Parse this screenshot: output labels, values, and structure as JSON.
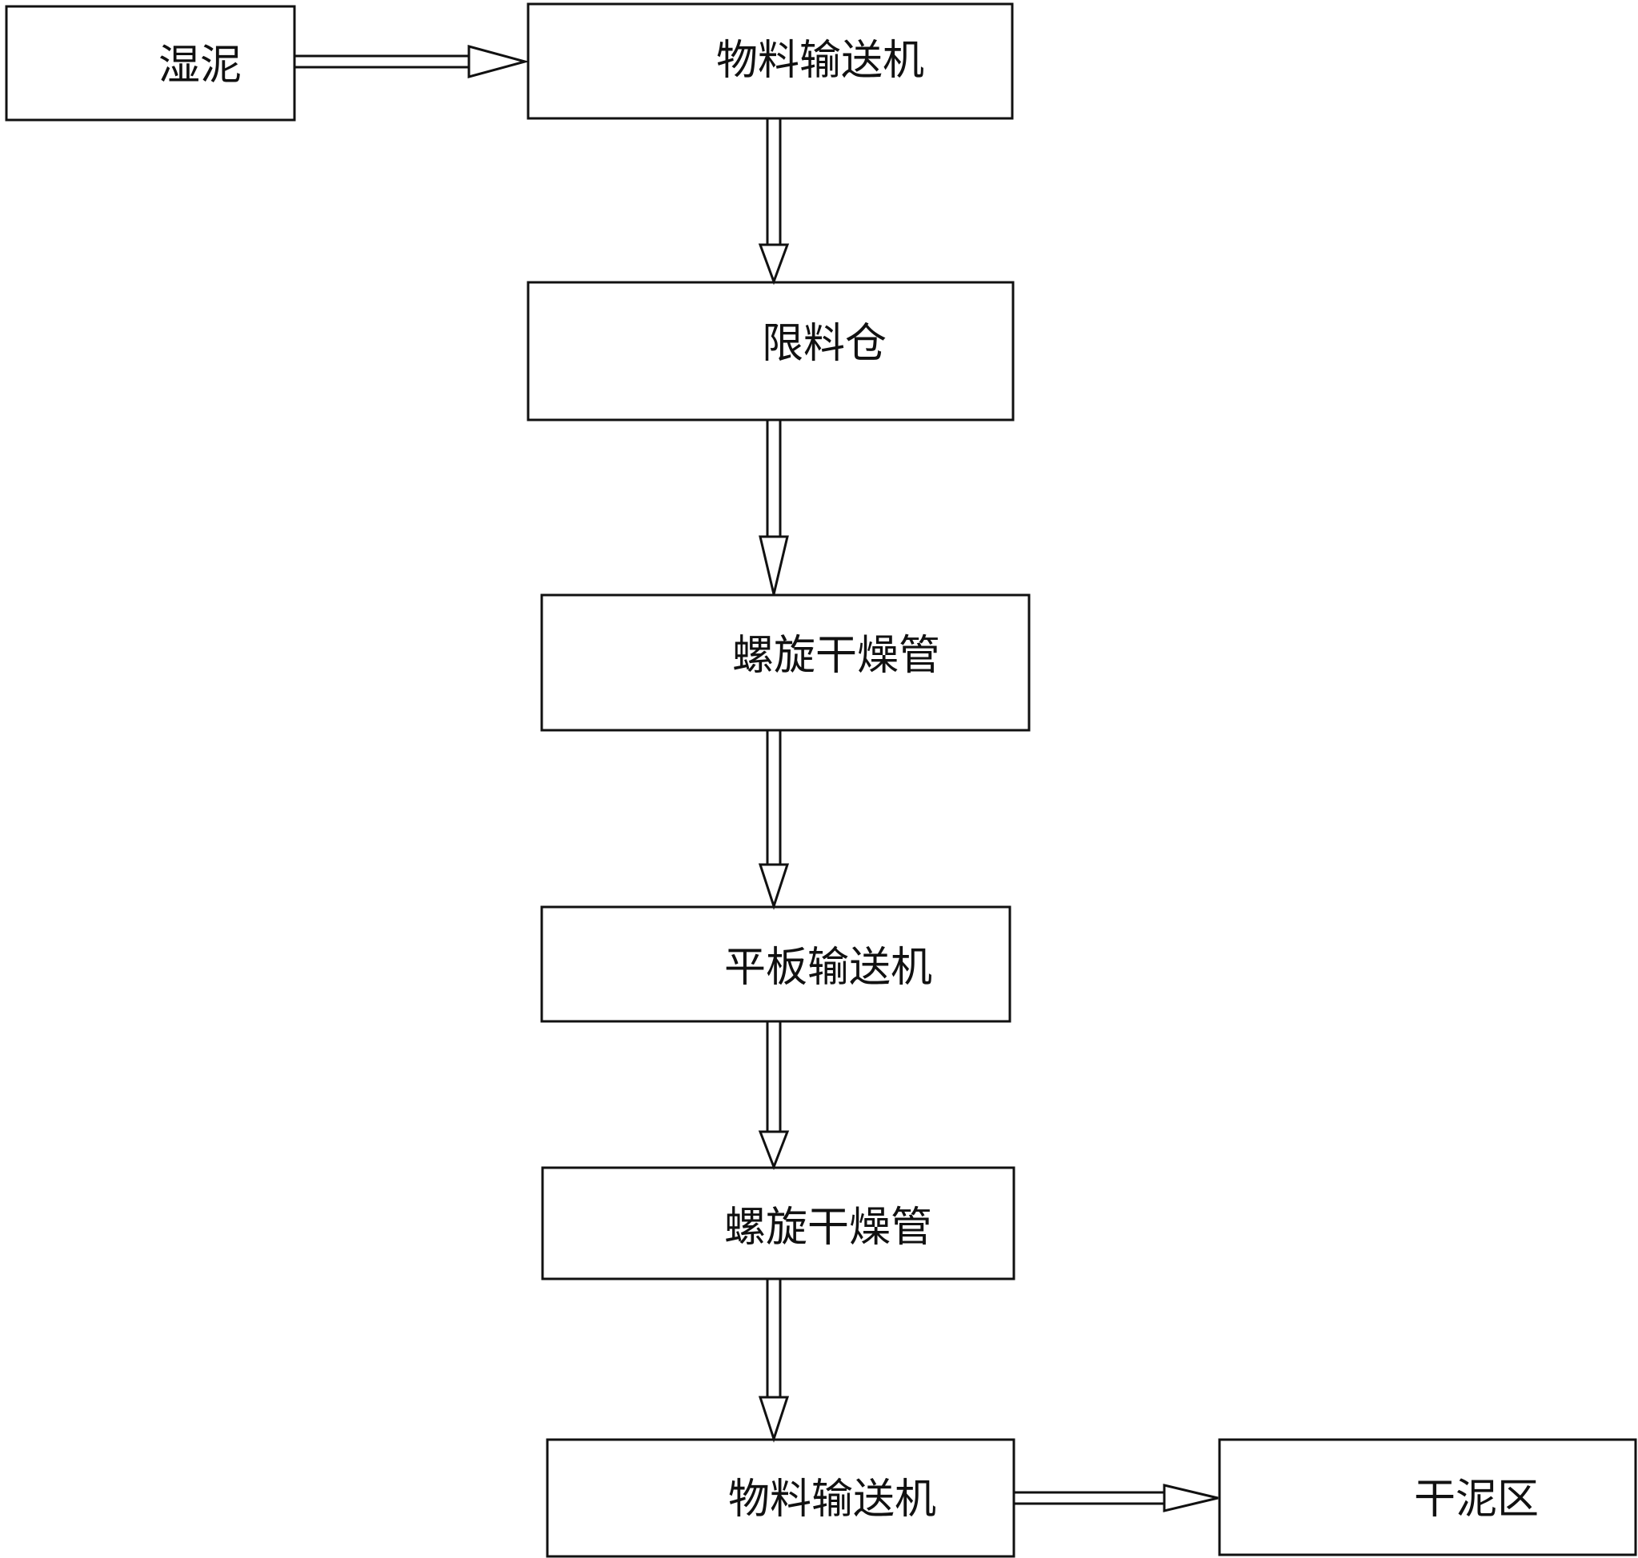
{
  "diagram": {
    "nodes": [
      {
        "id": "wet-mud",
        "label": "湿泥"
      },
      {
        "id": "conveyor-1",
        "label": "物料输送机"
      },
      {
        "id": "limit-bin",
        "label": "限料仓"
      },
      {
        "id": "spiral-dryer-1",
        "label": "螺旋干燥管"
      },
      {
        "id": "plate-conveyor",
        "label": "平板输送机"
      },
      {
        "id": "spiral-dryer-2",
        "label": "螺旋干燥管"
      },
      {
        "id": "conveyor-2",
        "label": "物料输送机"
      },
      {
        "id": "dry-mud-area",
        "label": "干泥区"
      }
    ],
    "edges": [
      {
        "from": "wet-mud",
        "to": "conveyor-1"
      },
      {
        "from": "conveyor-1",
        "to": "limit-bin"
      },
      {
        "from": "limit-bin",
        "to": "spiral-dryer-1"
      },
      {
        "from": "spiral-dryer-1",
        "to": "plate-conveyor"
      },
      {
        "from": "plate-conveyor",
        "to": "spiral-dryer-2"
      },
      {
        "from": "spiral-dryer-2",
        "to": "conveyor-2"
      },
      {
        "from": "conveyor-2",
        "to": "dry-mud-area"
      }
    ],
    "colors": {
      "stroke": "#111111",
      "fill": "#ffffff"
    }
  }
}
